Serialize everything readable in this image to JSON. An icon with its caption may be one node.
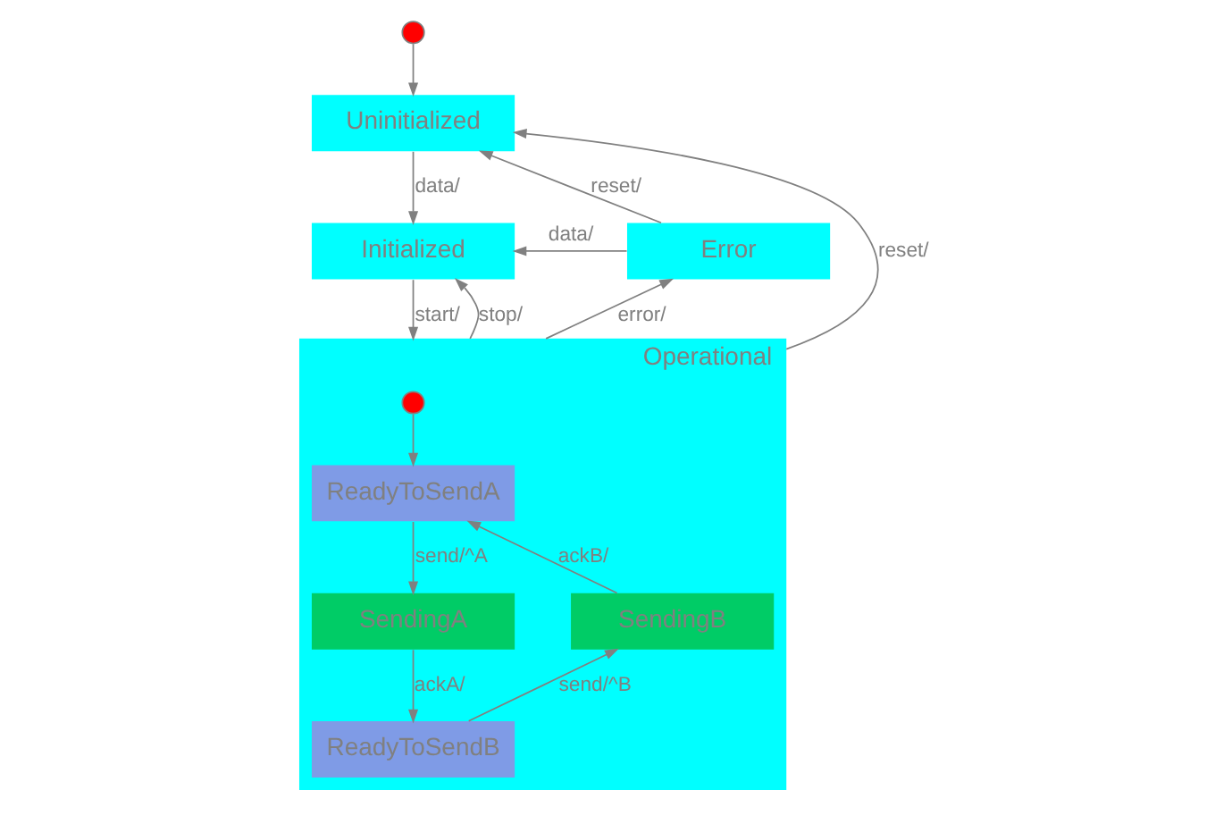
{
  "diagram": {
    "nodes": [
      {
        "text": [],
        "shape": "circle"
      },
      {
        "text": [
          "Uninitialized"
        ]
      },
      {
        "text": [
          "Initialized"
        ]
      },
      {
        "text": [
          "Error"
        ]
      },
      {
        "text": [
          "Operational"
        ]
      },
      {
        "text": [],
        "shape": "circle",
        "in": 4
      },
      {
        "text": [
          "ReadyToSendA"
        ],
        "in": 4
      },
      {
        "text": [
          "SendingA"
        ],
        "in": 4
      },
      {
        "text": [
          "SendingB"
        ],
        "in": 4
      },
      {
        "text": [
          "ReadyToSendB"
        ],
        "in": 4
      }
    ],
    "edges": [
      {
        "from": 0,
        "to": 1,
        "arrow": "to"
      },
      {
        "from": 1,
        "to": 2,
        "arrow": "to",
        "label": "data/"
      },
      {
        "from": 3,
        "to": 2,
        "arrow": "to",
        "label": "data/"
      },
      {
        "from": 3,
        "to": 1,
        "arrow": "to",
        "label": "reset/"
      },
      {
        "from": 2,
        "to": 4,
        "arrow": "to",
        "label": "start/"
      },
      {
        "from": 4,
        "to": 2,
        "arrow": "to",
        "label": "stop/"
      },
      {
        "from": 4,
        "to": 1,
        "arrow": "to",
        "label": "reset/"
      },
      {
        "from": 4,
        "to": 3,
        "arrow": "to",
        "label": "error/"
      },
      {
        "from": 5,
        "to": 6,
        "arrow": "to"
      },
      {
        "from": 6,
        "to": 7,
        "arrow": "to",
        "label": "send/^A"
      },
      {
        "from": 7,
        "to": 9,
        "arrow": "to",
        "label": "ackA/"
      },
      {
        "from": 9,
        "to": 8,
        "arrow": "to",
        "label": "send/^B"
      },
      {
        "from": 8,
        "to": 6,
        "arrow": "to",
        "label": "ackB/"
      }
    ]
  }
}
